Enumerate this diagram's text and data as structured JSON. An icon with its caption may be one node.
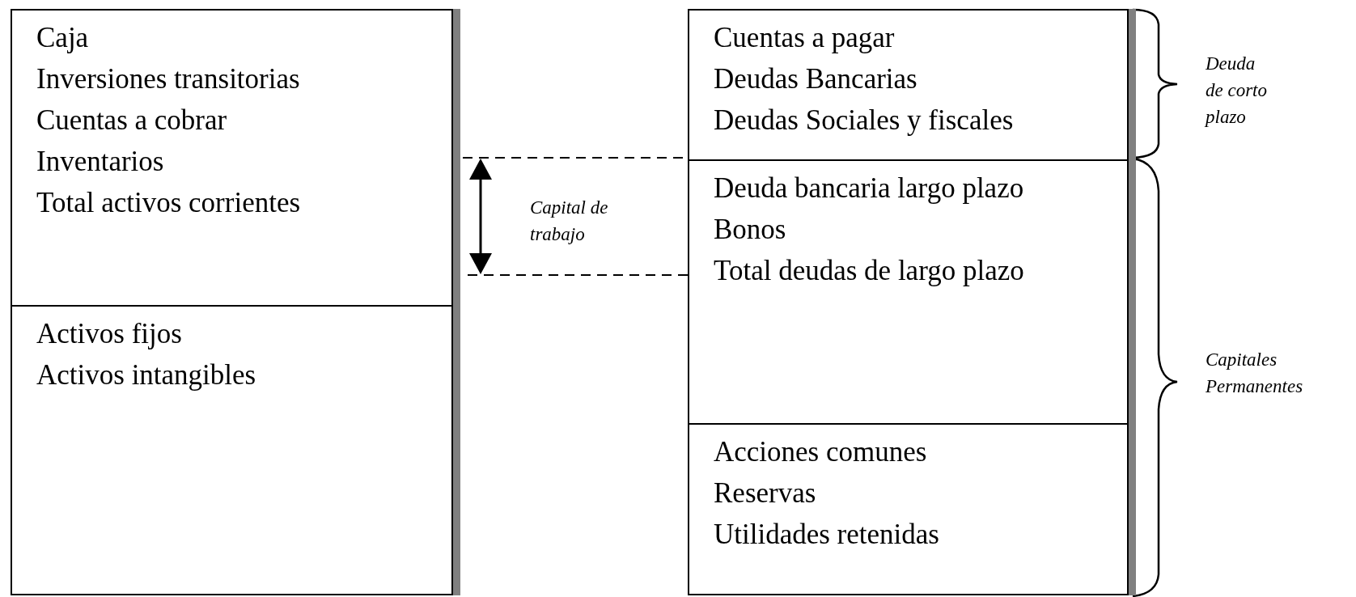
{
  "diagram": {
    "nodes": [
      {
        "text": [],
        "shape": "box"
      },
      {
        "text": [
          "Caja",
          "Inversiones transitorias",
          "Cuentas a cobrar",
          "Inventarios",
          "Total activos corrientes"
        ],
        "in": 0
      },
      {
        "text": [
          "Activos fijos",
          "Activos intangibles"
        ],
        "in": 0
      },
      {
        "text": [],
        "shape": "box"
      },
      {
        "text": [
          "Cuentas a pagar",
          "Deudas Bancarias",
          "Deudas Sociales y fiscales"
        ],
        "in": 3
      },
      {
        "text": [
          "Deuda bancaria largo plazo",
          "Bonos",
          "Total deudas de largo plazo"
        ],
        "in": 3
      },
      {
        "text": [
          "Acciones comunes",
          "Reservas",
          "Utilidades retenidas"
        ],
        "in": 3
      }
    ],
    "labels": [
      "Capital de trabajo",
      "Deuda de corto plazo",
      "Capitales Permanentes"
    ]
  }
}
